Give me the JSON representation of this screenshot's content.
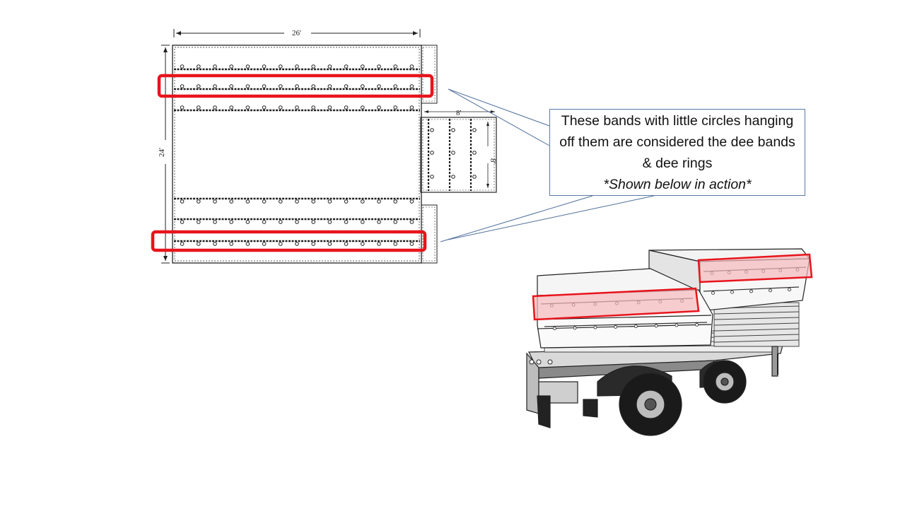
{
  "tarp_diagram": {
    "width_label": "26'",
    "height_label": "24'",
    "flap_width_label": "8'",
    "flap_height_label": "8'"
  },
  "callout": {
    "line1": "These bands with little circles hanging",
    "line2": "off them are considered the dee bands",
    "line3": "& dee rings",
    "line4": "*Shown below in action*"
  },
  "colors": {
    "highlight": "#e8141c",
    "highlight_fill": "#f4b8bb",
    "callout_border": "#5b7aa5",
    "line_art": "#222222"
  }
}
